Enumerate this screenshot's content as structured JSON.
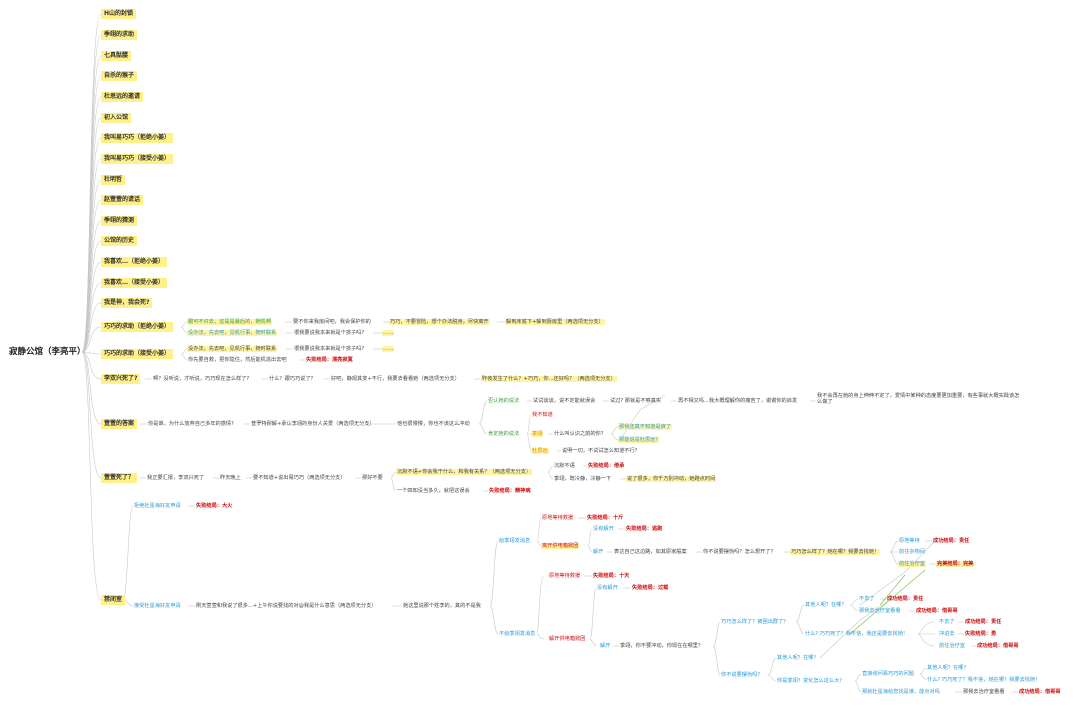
{
  "root": "寂静公馆（李亮平）",
  "main_nodes": {
    "n1": "H山的封锁",
    "n2": "季翊的求助",
    "n3": "七具骷髅",
    "n4": "自杀的猴子",
    "n5": "杜思远的邀请",
    "n6": "初入公馆",
    "n7": "我叫易巧巧（拒绝小姜）",
    "n8": "我叫易巧巧（接受小姜）",
    "n9": "杜明哲",
    "n10": "赵萱萱的谎话",
    "n11": "季翊的猜测",
    "n12": "公馆的历史",
    "n13": "我喜欢…（拒绝小姜）",
    "n14": "我喜欢…（接受小姜）",
    "n15": "我是神，我会死?",
    "n16": "巧巧的求助（拒绝小姜）",
    "n17": "巧巧的求助（接受小姜）",
    "n18": "李双兴死了?",
    "n19": "萱萱的答案",
    "n20": "萱萱死了？",
    "n21": "禁闭室"
  },
  "b16": {
    "a": "跟可不许去，这是是最后的，随机啊",
    "b": "要不你来我房间吧，我会保护你的",
    "c": "巧巧，不要冒险，想个办法脱身，尽快离开",
    "d": "躲到床底下+躲到厨房里（两选项无分支）",
    "e": "没办法，先去吧，见机行事，随时联系",
    "f": "很我要说我本来就是个孩子吗?",
    "g": "……"
  },
  "b17": {
    "a": "没办法，先去吧，见机行事，随时联系",
    "b": "很我要说我本来就是个孩子吗?",
    "c": "……",
    "d": "你先要自救，把你隐住，然后能机逃出去吧",
    "e": "失败结局：漂亮寂寞"
  },
  "b18": {
    "a": "啊？没听说，才听说，巧巧现在怎么样了?",
    "b": "什么？跟巧巧说了？",
    "c": "好吧，静观其变+不行，我要去看看她（两选项无分支）",
    "d": "昨夜发生了什么？+巧巧，你...还好吗？（两选项无分支）"
  },
  "b19": {
    "a": "你是谁，为什么放弃自己多年的感情?",
    "b": "普罗特耐解+承认李翊的身份人关爱（两选项无分支）",
    "c": "他也很慢慢，你也不该这么冲动",
    "d": "否认她的说法",
    "e": "试试谈谈，说不定能就误会",
    "f": "试过? 那就是不够真实",
    "g": "再不相又吗...我大概理解你的痛苦了，谢谢你的启发",
    "h": "我不会再在她的身上伸伸不定了，爱情中某种的态度要更加重要，有些事就大概实践该怎么做了",
    "i": "我不知道",
    "j": "肯定她的说法",
    "k": "季翊",
    "l": "什么叫认识之前的你?",
    "m": "那我还真不知道是谁了",
    "n": "那能说是杜思远?",
    "o": "杜思远",
    "p": "说明一切，不试试怎么知道不行？"
  },
  "b20": {
    "a": "我正要汇报，李双兴死了",
    "b": "昨天晚上",
    "c": "要不知道+说出易巧巧（两选项无分支）",
    "d": "那好不要",
    "e": "沉默不语+你会我干什么，和我有关系？（两选项无分支）",
    "f": "沉默不语",
    "g": "失败结局：倦承",
    "h": "季翊，既冷静，冷静一下",
    "i": "说了很多，你千万别冲动，她跑点时间",
    "j": "一个四知没当多久，就把这误会",
    "k": "失败结局：精神病"
  },
  "b21": {
    "a": "拒绝杜星海好友申请",
    "b": "失败结局：大火",
    "c": "接受杜星海好友申请",
    "d": "刚天萱萱和我说了很多...+上午你说要找的对@我是什么意思（两选项无分支）",
    "e": "她这里说那个姓李的，真的不是我",
    "f": "给季翊发消息",
    "g": "原地等待救援",
    "h": "失败结局：十斤",
    "i": "离开供电箱掀团",
    "j": "没有解开",
    "k": "失败结局：逃跑",
    "l": "解开",
    "m": "表达自己这边路，如其原家般案",
    "n": "你不说要摆伪吗？怎么想开了？",
    "o": "巧巧怎么样了？她在哪？我要去找她！",
    "p": "原地等待",
    "q": "成功结局：责任",
    "r": "前往杂物间",
    "s": "前往治疗室",
    "t": "完美结局：完美",
    "u": "不给季翊发消息",
    "v": "原地等待救援",
    "w": "失败结局：十天",
    "x": "没有解开",
    "y": "失败结局：过载",
    "z": "解开供电箱掀团",
    "aa": "解开",
    "ab": "季翊，你不要冲动，你现在在哪里？",
    "ac": "巧巧怎么样了？被困出群了？",
    "ad": "其他人呢？在哪？",
    "ae": "不去了",
    "af": "成功结局：责任",
    "ag": "那我去治疗室看看",
    "ah": "成功结局：借哥哥",
    "ai": "什么? 巧巧死了？我不信，我还是要去找她！",
    "aj": "不去了",
    "ak": "成功结局：责任",
    "al": "冲进去",
    "am": "失败结局：勇",
    "an": "前往治疗室",
    "ao": "成功结局：借哥哥",
    "ap": "其他人呢？在哪？",
    "aq": "你不说要摆伪吗？",
    "ar": "你是季翊？变化怎么这么大？",
    "as": "直接询问易巧巧的问题",
    "at": "其他人呢？在哪？",
    "au": "什么? 巧巧死了？我不信，她在哪？我要去找她！",
    "av": "那就杜星海给您找是谁，能点对吗",
    "aw": "那我去治疗室看看",
    "ax": "成功结局：借哥哥"
  }
}
